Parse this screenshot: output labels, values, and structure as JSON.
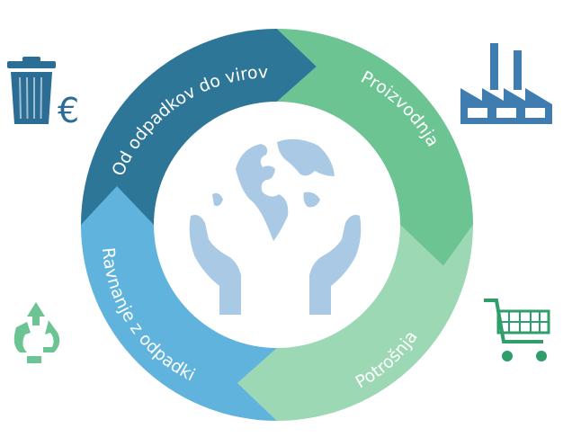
{
  "cycle": {
    "segments": [
      {
        "id": "od-odpadkov",
        "label": "Od odpadkov do virov",
        "color": "#2e7697"
      },
      {
        "id": "proizvodnja",
        "label": "Proizvodnja",
        "color": "#6cc492"
      },
      {
        "id": "potrosnja",
        "label": "Potrošnja",
        "color": "#9dd8b4"
      },
      {
        "id": "ravnanje",
        "label": "Ravnanje z odpadki",
        "color": "#5fb3dc"
      }
    ]
  },
  "icons": {
    "bin": {
      "name": "trash-bin-icon",
      "currency": "€",
      "color": "#2b6d95"
    },
    "factory": {
      "name": "factory-icon",
      "color": "#3f7db0"
    },
    "recycle": {
      "name": "recycle-icon",
      "color": "#6cc492"
    },
    "cart": {
      "name": "shopping-cart-icon",
      "color": "#2f9e6a"
    },
    "globe_hands": {
      "name": "globe-in-hands-icon",
      "color": "#a9c9e4"
    }
  }
}
